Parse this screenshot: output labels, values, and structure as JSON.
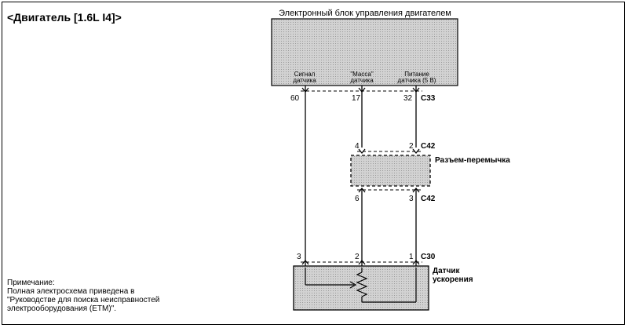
{
  "page_title": "<Двигатель [1.6L I4]>",
  "colors": {
    "box_fill": "#cfcfcf",
    "line": "#000000"
  },
  "ecm": {
    "title": "Электронный блок управления двигателем",
    "pins": [
      {
        "lines": [
          "Сигнал",
          "датчика"
        ],
        "number": "60"
      },
      {
        "lines": [
          "\"Масса\"",
          "датчика"
        ],
        "number": "17"
      },
      {
        "lines": [
          "Питание",
          "датчика (5 В)"
        ],
        "number": "32"
      }
    ],
    "connector": "C33"
  },
  "jumper": {
    "label": "Разъем-перемычка",
    "top_connector": "C42",
    "top_pins": [
      "4",
      "2"
    ],
    "bottom_connector": "C42",
    "bottom_pins": [
      "6",
      "3"
    ]
  },
  "sensor": {
    "label_lines": [
      "Датчик",
      "ускорения"
    ],
    "connector": "C30",
    "pins": [
      "3",
      "2",
      "1"
    ]
  },
  "note": {
    "heading": "Примечание:",
    "lines": [
      "Полная электросхема приведена в",
      "\"Руководстве для поиска неисправностей",
      "электрооборудования (ETM)\"."
    ]
  }
}
